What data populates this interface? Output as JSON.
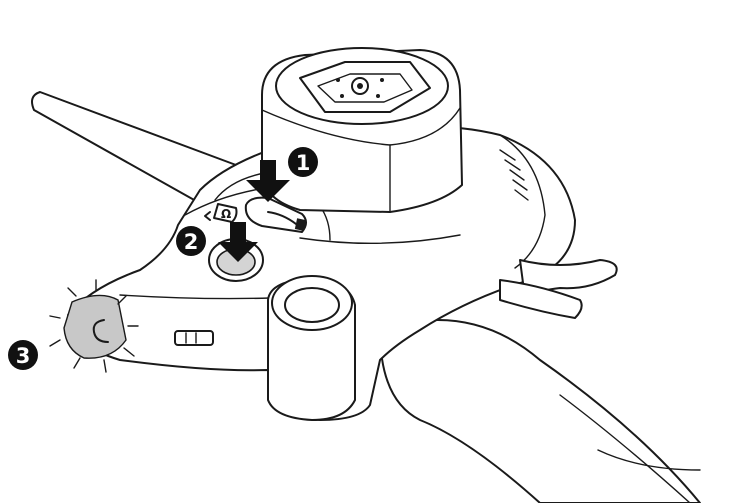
{
  "callouts": [
    {
      "number": "1"
    },
    {
      "number": "2"
    },
    {
      "number": "3"
    }
  ],
  "colors": {
    "line": "#1a1a1a",
    "callout_fill": "#111111",
    "callout_text": "#ffffff",
    "arrow": "#111111",
    "indicator_light": "#c8c8c8"
  },
  "icons": [
    "lock-arrow-icon",
    "down-arrow-icon",
    "light-burst-icon"
  ]
}
